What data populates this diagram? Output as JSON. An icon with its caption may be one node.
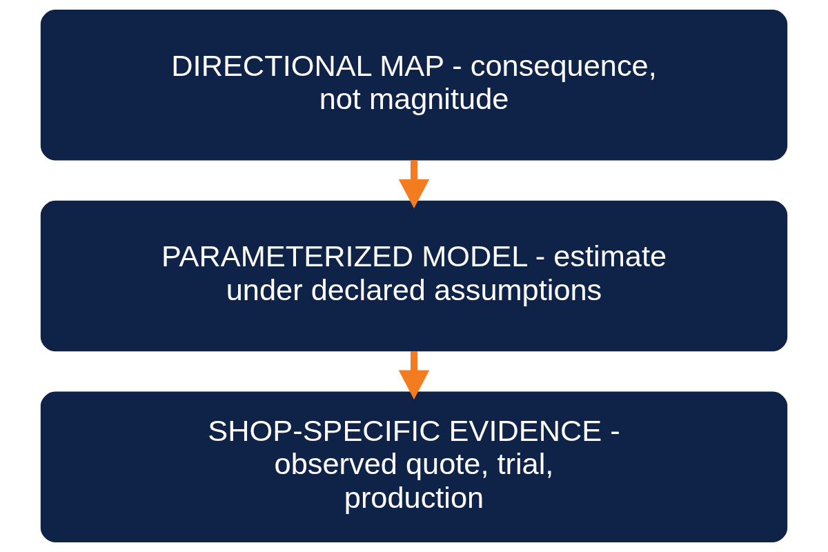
{
  "diagram": {
    "nodes": [
      {
        "text": [
          "DIRECTIONAL MAP - consequence, not magnitude"
        ]
      },
      {
        "text": [
          "PARAMETERIZED MODEL - estimate under declared assumptions"
        ]
      },
      {
        "text": [
          "SHOP-SPECIFIC EVIDENCE - observed quote, trial, production"
        ]
      }
    ],
    "edges": [
      {
        "from": 0,
        "to": 1,
        "arrow": "to"
      },
      {
        "from": 1,
        "to": 2,
        "arrow": "to"
      }
    ]
  }
}
